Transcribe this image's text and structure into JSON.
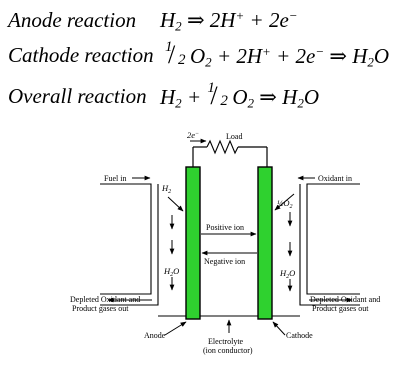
{
  "reactions": {
    "anode": {
      "label": "Anode reaction",
      "lhs": "H",
      "lhs_sub": "2",
      "arrow": "⇒",
      "rhs_a": "2H",
      "rhs_a_sup": "+",
      "plus": "+",
      "rhs_b": "2e",
      "rhs_b_sup": "−"
    },
    "cathode": {
      "label": "Cathode reaction",
      "frac_num": "1",
      "frac_den": "2",
      "o": "O",
      "o_sub": "2",
      "plus1": "+",
      "h": "2H",
      "h_sup": "+",
      "plus2": "+",
      "e": "2e",
      "e_sup": "−",
      "arrow": "⇒",
      "w": "H",
      "w_sub": "2",
      "w_o": "O"
    },
    "overall": {
      "label": "Overall reaction",
      "h": "H",
      "h_sub": "2",
      "plus": "+",
      "frac_num": "1",
      "frac_den": "2",
      "o": "O",
      "o_sub": "2",
      "arrow": "⇒",
      "w": "H",
      "w_sub": "2",
      "w_o": "O"
    }
  },
  "diagram": {
    "electron": "2e",
    "electron_sup": "−",
    "load": "Load",
    "fuel_in": "Fuel in",
    "oxidant_in": "Oxidant in",
    "h2": "H",
    "h2_sub": "2",
    "half": "½",
    "o2": "O",
    "o2_sub": "2",
    "positive_ion": "Positive ion",
    "negative_ion": "Negative ion",
    "water_left": "H",
    "water_left_sub": "2",
    "water_left_o": "O",
    "water_right": "H",
    "water_right_sub": "2",
    "water_right_o": "O",
    "depleted_left_1": "Depleted Oxidant and",
    "depleted_left_2": "Product gases out",
    "depleted_right_1": "Depleted Oxidant and",
    "depleted_right_2": "Product gases out",
    "anode": "Anode",
    "cathode": "Cathode",
    "electrolyte": "Electrolyte",
    "ion_conductor": "(ion conductor)",
    "electrode_color": "#2fd12f"
  }
}
